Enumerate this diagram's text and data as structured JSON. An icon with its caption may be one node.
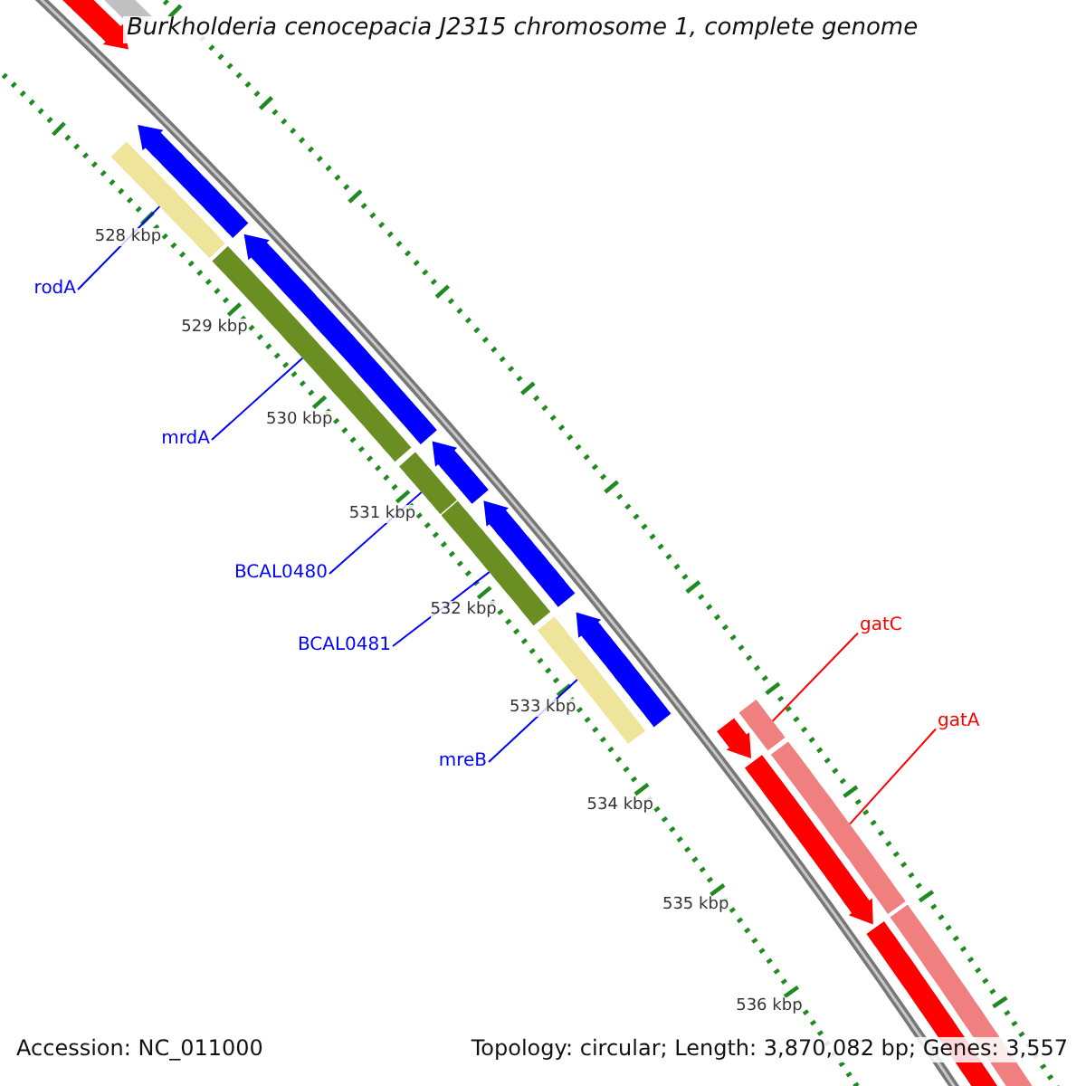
{
  "diagram": {
    "title": "Burkholderia cenocepacia J2315 chromosome 1, complete genome",
    "nodes": [
      {
        "text": [
          "rodA"
        ]
      },
      {
        "text": [
          "mrdA"
        ]
      },
      {
        "text": [
          "BCAL0480"
        ]
      },
      {
        "text": [
          "BCAL0481"
        ]
      },
      {
        "text": [
          "mreB"
        ]
      },
      {
        "text": [
          "gatC"
        ]
      },
      {
        "text": [
          "gatA"
        ]
      },
      {
        "text": [],
        "shape": "bar"
      },
      {
        "text": [],
        "shape": "bar"
      },
      {
        "text": [],
        "shape": "bar"
      },
      {
        "text": [],
        "shape": "bar"
      },
      {
        "text": [],
        "shape": "bar"
      },
      {
        "text": [],
        "shape": "bar"
      },
      {
        "text": [],
        "shape": "bar"
      }
    ],
    "edges": [
      {
        "from": 0,
        "to": 7,
        "arrow": "none"
      },
      {
        "from": 1,
        "to": 8,
        "arrow": "none"
      },
      {
        "from": 2,
        "to": 9,
        "arrow": "none"
      },
      {
        "from": 3,
        "to": 10,
        "arrow": "none"
      },
      {
        "from": 4,
        "to": 11,
        "arrow": "none"
      },
      {
        "from": 5,
        "to": 12,
        "arrow": "none",
        "color": "#ff0000"
      },
      {
        "from": 6,
        "to": 13,
        "arrow": "none",
        "color": "#ff0000"
      }
    ],
    "labels": [
      "528 kbp",
      "529 kbp",
      "530 kbp",
      "531 kbp",
      "532 kbp",
      "533 kbp",
      "534 kbp",
      "535 kbp",
      "536 kbp",
      "Accession: NC_011000",
      "Topology: circular; Length: 3,870,082 bp; Genes: 3,557"
    ]
  }
}
